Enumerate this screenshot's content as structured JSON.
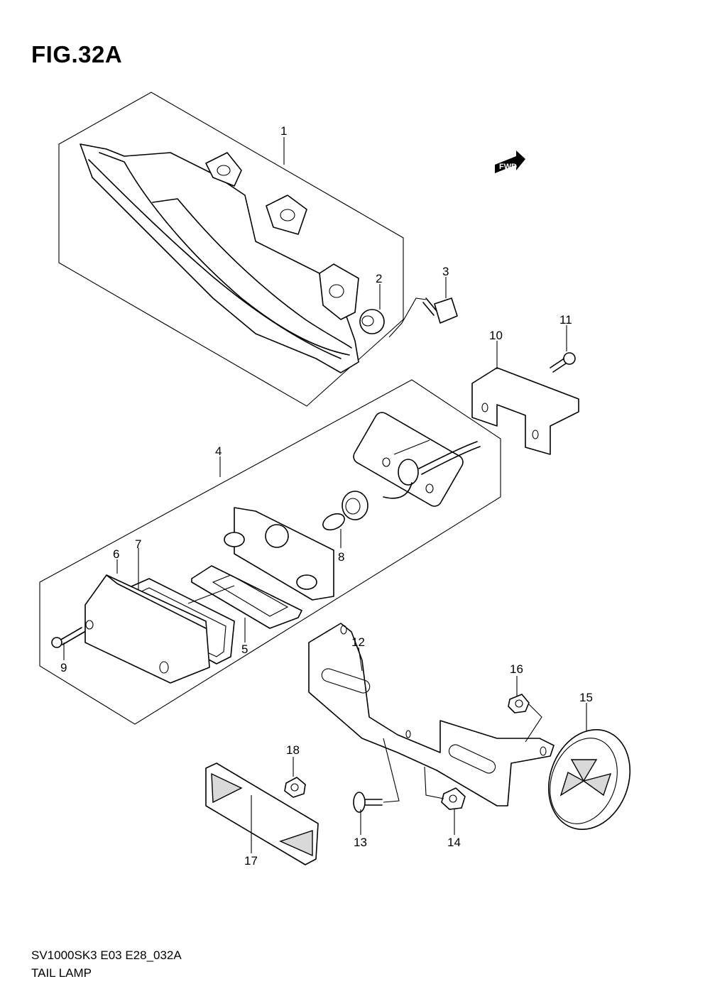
{
  "figure": {
    "title": "FIG.32A"
  },
  "direction_marker": {
    "text": "FWD"
  },
  "footer": {
    "model_code": "SV1000SK3 E03 E28_032A",
    "caption": "TAIL LAMP"
  },
  "callouts": [
    {
      "id": "1",
      "label": "1"
    },
    {
      "id": "2",
      "label": "2"
    },
    {
      "id": "3",
      "label": "3"
    },
    {
      "id": "4",
      "label": "4"
    },
    {
      "id": "5",
      "label": "5"
    },
    {
      "id": "6",
      "label": "6"
    },
    {
      "id": "7",
      "label": "7"
    },
    {
      "id": "8",
      "label": "8"
    },
    {
      "id": "9",
      "label": "9"
    },
    {
      "id": "10",
      "label": "10"
    },
    {
      "id": "11",
      "label": "11"
    },
    {
      "id": "12",
      "label": "12"
    },
    {
      "id": "13",
      "label": "13"
    },
    {
      "id": "14",
      "label": "14"
    },
    {
      "id": "15",
      "label": "15"
    },
    {
      "id": "16",
      "label": "16"
    },
    {
      "id": "17",
      "label": "17"
    },
    {
      "id": "18",
      "label": "18"
    }
  ]
}
